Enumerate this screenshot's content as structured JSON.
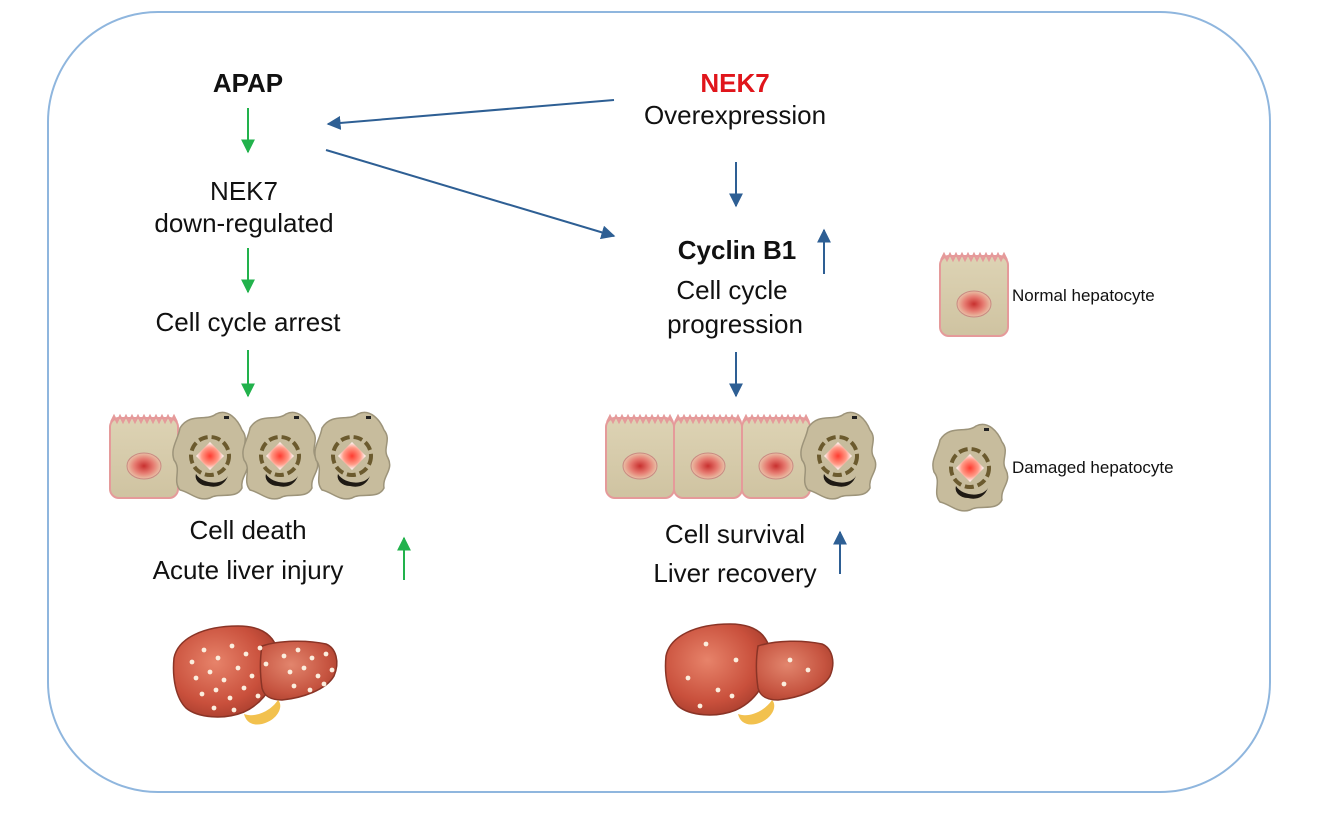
{
  "left_pathway": {
    "trigger": "APAP",
    "step1_line1": "NEK7",
    "step1_line2": "down-regulated",
    "step2": "Cell cycle arrest",
    "outcome_line1": "Cell death",
    "outcome_line2": "Acute liver injury"
  },
  "right_pathway": {
    "trigger_gene": "NEK7",
    "trigger_line2": "Overexpression",
    "marker": "Cyclin B1",
    "step_line1": "Cell cycle",
    "step_line2": "progression",
    "outcome_line1": "Cell survival",
    "outcome_line2": "Liver recovery"
  },
  "legend": {
    "normal": "Normal hepatocyte",
    "damaged": "Damaged hepatocyte"
  },
  "colors": {
    "left_arrows": "#22b24c",
    "right_arrows": "#2e5f94",
    "highlight_gene": "#e0151b",
    "frame": "#8fb6de"
  },
  "icons": {
    "normal_cell": "normal-hepatocyte-icon",
    "damaged_cell": "damaged-hepatocyte-icon",
    "injured_liver": "injured-liver-icon",
    "recovered_liver": "recovered-liver-icon"
  }
}
